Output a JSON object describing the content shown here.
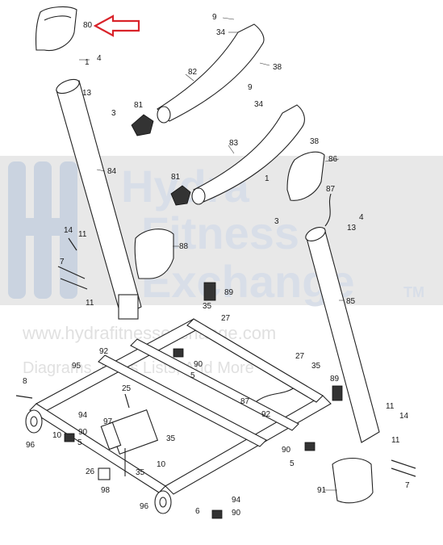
{
  "watermark": {
    "line1": "Hydra",
    "line2": "Fitness",
    "line3": "Exchange",
    "trademark": "TM",
    "url": "www.hydrafitnessexchange.com",
    "tagline": "Diagrams, Parts Lists, And More",
    "color": "#b9c4d6"
  },
  "callout": {
    "part": "80",
    "arrow_color": "#d9232a"
  },
  "labels": [
    {
      "id": "l9a",
      "text": "9"
    },
    {
      "id": "l34a",
      "text": "34"
    },
    {
      "id": "l80",
      "text": "80"
    },
    {
      "id": "l38a",
      "text": "38"
    },
    {
      "id": "l1a",
      "text": "1"
    },
    {
      "id": "l4a",
      "text": "4"
    },
    {
      "id": "l82",
      "text": "82"
    },
    {
      "id": "l13a",
      "text": "13"
    },
    {
      "id": "l9b",
      "text": "9"
    },
    {
      "id": "l34b",
      "text": "34"
    },
    {
      "id": "l3a",
      "text": "3"
    },
    {
      "id": "l81a",
      "text": "81"
    },
    {
      "id": "l38b",
      "text": "38"
    },
    {
      "id": "l83",
      "text": "83"
    },
    {
      "id": "l86",
      "text": "86"
    },
    {
      "id": "l84",
      "text": "84"
    },
    {
      "id": "l81b",
      "text": "81"
    },
    {
      "id": "l1b",
      "text": "1"
    },
    {
      "id": "l87a",
      "text": "87"
    },
    {
      "id": "l14a",
      "text": "14"
    },
    {
      "id": "l11a",
      "text": "11"
    },
    {
      "id": "l3b",
      "text": "3"
    },
    {
      "id": "l4b",
      "text": "4"
    },
    {
      "id": "l13b",
      "text": "13"
    },
    {
      "id": "l88",
      "text": "88"
    },
    {
      "id": "l7a",
      "text": "7"
    },
    {
      "id": "l89a",
      "text": "89"
    },
    {
      "id": "l11b",
      "text": "11"
    },
    {
      "id": "l85",
      "text": "85"
    },
    {
      "id": "l35a",
      "text": "35"
    },
    {
      "id": "l27a",
      "text": "27"
    },
    {
      "id": "l92a",
      "text": "92"
    },
    {
      "id": "l90a",
      "text": "90"
    },
    {
      "id": "l5a",
      "text": "5"
    },
    {
      "id": "l27b",
      "text": "27"
    },
    {
      "id": "l35b",
      "text": "35"
    },
    {
      "id": "l95",
      "text": "95"
    },
    {
      "id": "l89b",
      "text": "89"
    },
    {
      "id": "l8",
      "text": "8"
    },
    {
      "id": "l25",
      "text": "25"
    },
    {
      "id": "l87b",
      "text": "87"
    },
    {
      "id": "l94a",
      "text": "94"
    },
    {
      "id": "l92b",
      "text": "92"
    },
    {
      "id": "l11c",
      "text": "11"
    },
    {
      "id": "l14b",
      "text": "14"
    },
    {
      "id": "l97",
      "text": "97"
    },
    {
      "id": "l10a",
      "text": "10"
    },
    {
      "id": "l90b",
      "text": "90"
    },
    {
      "id": "l5b",
      "text": "5"
    },
    {
      "id": "l96a",
      "text": "96"
    },
    {
      "id": "l35c",
      "text": "35"
    },
    {
      "id": "l11d",
      "text": "11"
    },
    {
      "id": "l90c",
      "text": "90"
    },
    {
      "id": "l26",
      "text": "26"
    },
    {
      "id": "l35d",
      "text": "35"
    },
    {
      "id": "l10b",
      "text": "10"
    },
    {
      "id": "l5c",
      "text": "5"
    },
    {
      "id": "l98",
      "text": "98"
    },
    {
      "id": "l7b",
      "text": "7"
    },
    {
      "id": "l91",
      "text": "91"
    },
    {
      "id": "l96b",
      "text": "96"
    },
    {
      "id": "l94b",
      "text": "94"
    },
    {
      "id": "l6",
      "text": "6"
    },
    {
      "id": "l90d",
      "text": "90"
    }
  ]
}
